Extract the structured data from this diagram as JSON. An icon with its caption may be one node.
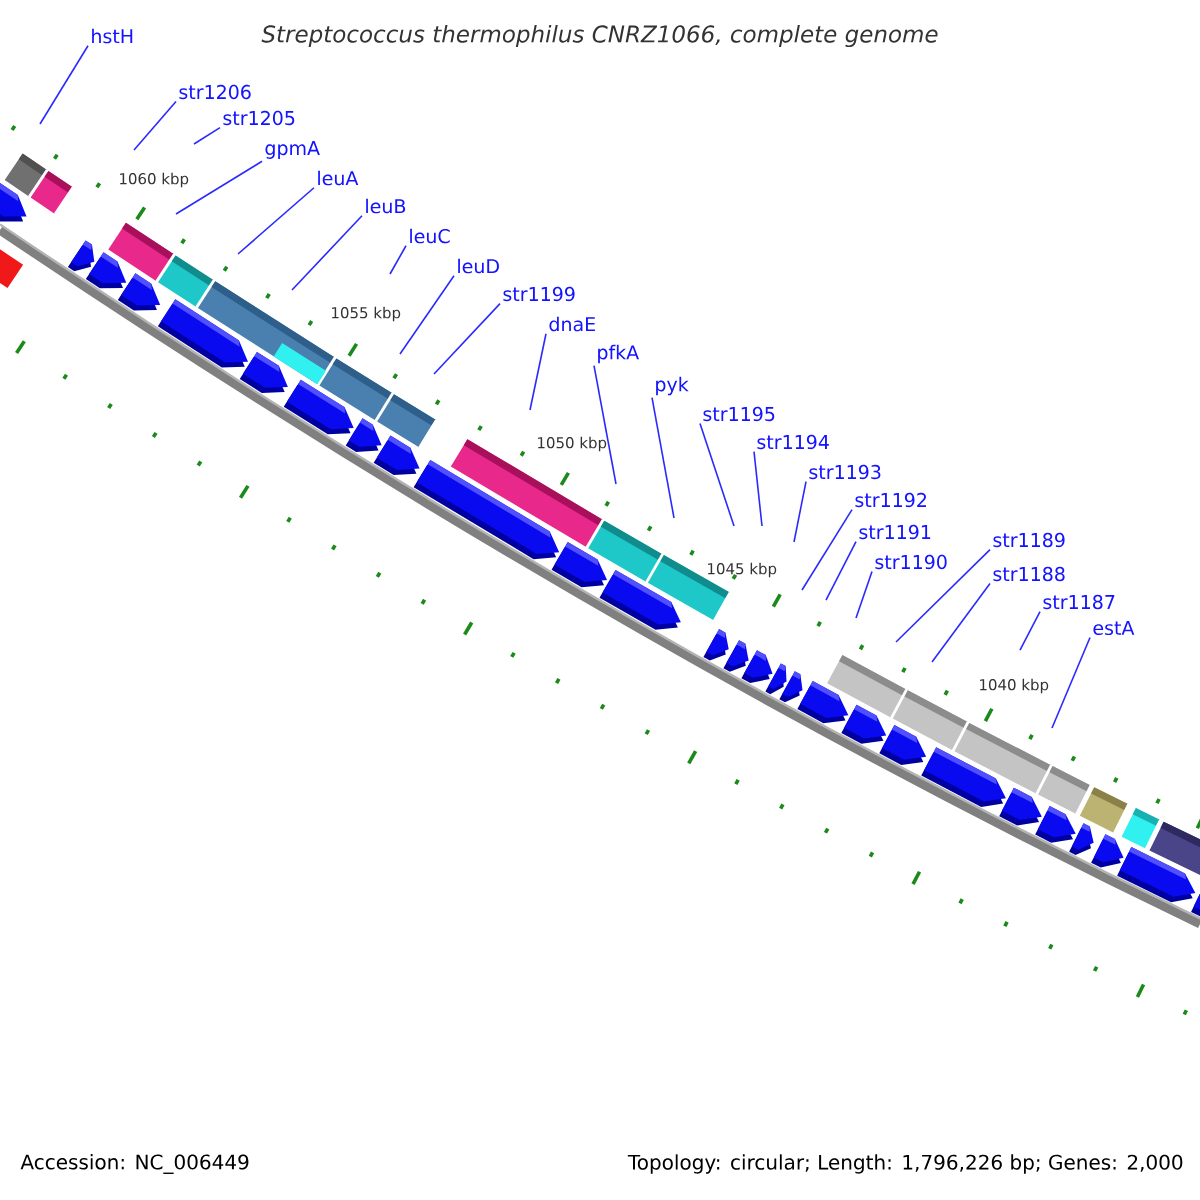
{
  "diagram": {
    "title": "Streptococcus thermophilus CNRZ1066, complete genome",
    "nodes": [
      {
        "text": [
          "hstH"
        ]
      },
      {
        "text": [
          "str1206"
        ]
      },
      {
        "text": [
          "str1205"
        ]
      },
      {
        "text": [
          "gpmA"
        ]
      },
      {
        "text": [
          "leuA"
        ]
      },
      {
        "text": [
          "leuB"
        ]
      },
      {
        "text": [
          "leuC"
        ]
      },
      {
        "text": [
          "leuD"
        ]
      },
      {
        "text": [
          "str1199"
        ]
      },
      {
        "text": [
          "dnaE"
        ]
      },
      {
        "text": [
          "pfkA"
        ]
      },
      {
        "text": [
          "pyk"
        ]
      },
      {
        "text": [
          "str1195"
        ]
      },
      {
        "text": [
          "str1194"
        ]
      },
      {
        "text": [
          "str1193"
        ]
      },
      {
        "text": [
          "str1192"
        ]
      },
      {
        "text": [
          "str1191"
        ]
      },
      {
        "text": [
          "str1190"
        ]
      },
      {
        "text": [
          "str1189"
        ]
      },
      {
        "text": [
          "str1188"
        ]
      },
      {
        "text": [
          "str1187"
        ]
      },
      {
        "text": [
          "estA"
        ]
      }
    ],
    "edges": [
      {
        "from": 0,
        "to": null,
        "arrow": "none"
      },
      {
        "from": 1,
        "to": null,
        "arrow": "none"
      },
      {
        "from": 2,
        "to": null,
        "arrow": "none"
      },
      {
        "from": 3,
        "to": null,
        "arrow": "none"
      },
      {
        "from": 4,
        "to": null,
        "arrow": "none"
      },
      {
        "from": 5,
        "to": null,
        "arrow": "none"
      },
      {
        "from": 6,
        "to": null,
        "arrow": "none"
      },
      {
        "from": 7,
        "to": null,
        "arrow": "none"
      },
      {
        "from": 8,
        "to": null,
        "arrow": "none"
      },
      {
        "from": 9,
        "to": null,
        "arrow": "none"
      },
      {
        "from": 10,
        "to": null,
        "arrow": "none"
      },
      {
        "from": 11,
        "to": null,
        "arrow": "none"
      },
      {
        "from": 12,
        "to": null,
        "arrow": "none"
      },
      {
        "from": 13,
        "to": null,
        "arrow": "none"
      },
      {
        "from": 14,
        "to": null,
        "arrow": "none"
      },
      {
        "from": 15,
        "to": null,
        "arrow": "none"
      },
      {
        "from": 16,
        "to": null,
        "arrow": "none"
      },
      {
        "from": 17,
        "to": null,
        "arrow": "none"
      },
      {
        "from": 18,
        "to": null,
        "arrow": "none"
      },
      {
        "from": 19,
        "to": null,
        "arrow": "none"
      },
      {
        "from": 20,
        "to": null,
        "arrow": "none"
      },
      {
        "from": 21,
        "to": null,
        "arrow": "none"
      }
    ],
    "labels": [
      "1060 kbp",
      "1055 kbp",
      "1050 kbp",
      "1045 kbp",
      "1040 kbp",
      "Accession: NC_006449",
      "Topology: circular; Length: 1,796,226 bp; Genes: 2,000"
    ]
  }
}
